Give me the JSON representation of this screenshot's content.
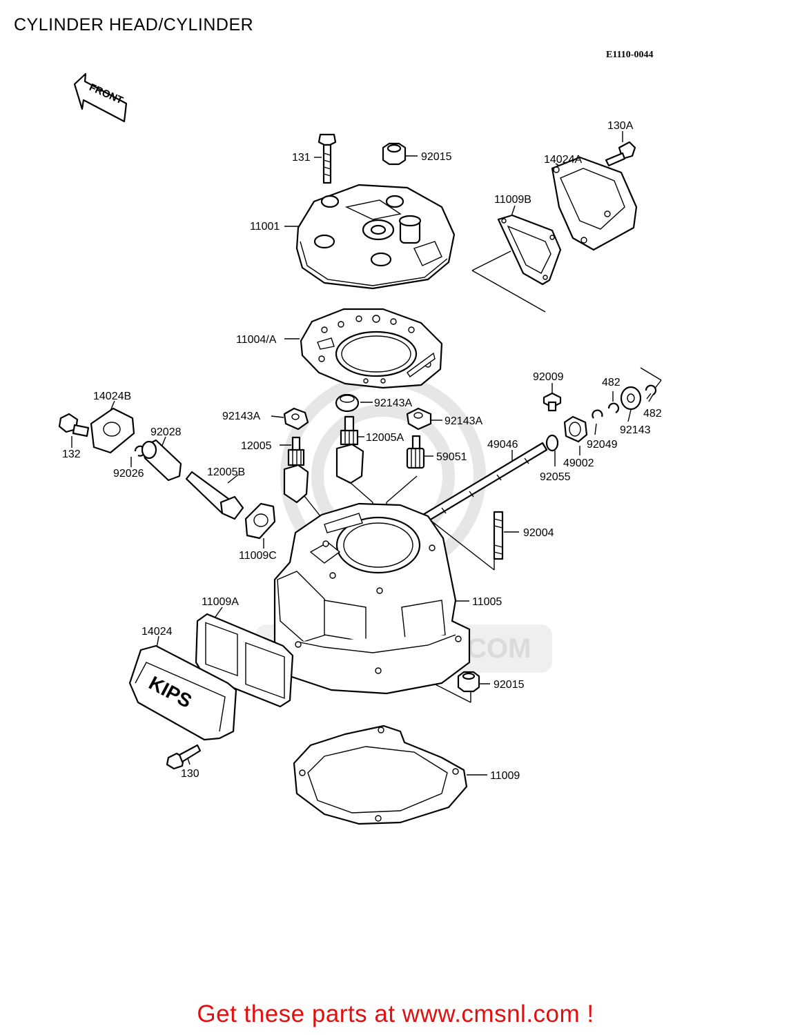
{
  "title": "CYLINDER HEAD/CYLINDER",
  "diagram_code": "E1110-0044",
  "front_label": "FRONT",
  "cover_text": "KIPS",
  "watermark_text": "WWW.CMSNL.COM",
  "cta": "Get these parts at www.cmsnl.com !",
  "labels": {
    "p131": "131",
    "p92015a": "92015",
    "p130A": "130A",
    "p14024A": "14024A",
    "p11009B": "11009B",
    "p11001": "11001",
    "p11004A": "11004/A",
    "p92009": "92009",
    "p482a": "482",
    "p482b": "482",
    "p92143": "92143",
    "p92049": "92049",
    "p14024B": "14024B",
    "p92143Aa": "92143A",
    "p92143Ab": "92143A",
    "p92143Ac": "92143A",
    "p92028": "92028",
    "p132": "132",
    "p92026": "92026",
    "p12005": "12005",
    "p12005A": "12005A",
    "p59051": "59051",
    "p49046": "49046",
    "p49002": "49002",
    "p92055": "92055",
    "p12005B": "12005B",
    "p92004": "92004",
    "p11009C": "11009C",
    "p11005": "11005",
    "p11009A": "11009A",
    "p14024": "14024",
    "p92015b": "92015",
    "p130": "130",
    "p11009": "11009"
  }
}
